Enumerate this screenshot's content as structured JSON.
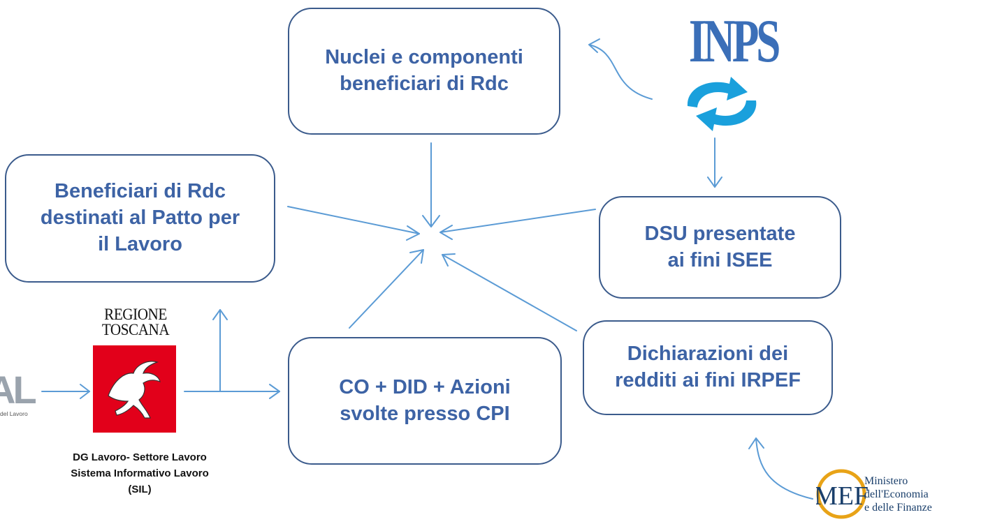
{
  "boxes": {
    "nuclei": "Nuclei e componenti\nbeneficiari di Rdc",
    "beneficiari": "Beneficiari di Rdc\ndestinati al Patto per\nil Lavoro",
    "dsu": "DSU presentate\nai fini ISEE",
    "dichiarazioni": "Dichiarazioni dei\nredditi ai fini IRPEF",
    "co": "CO + DID + Azioni\nsvolte presso CPI"
  },
  "logos": {
    "inps": "INPS",
    "regione_toscana": "REGIONE\nTOSCANA",
    "regione_caption": "DG Lavoro- Settore Lavoro\nSistema Informativo Lavoro\n(SIL)",
    "anpal_fragment": "AL",
    "anpal_tagline": "del Lavoro",
    "mef": "MEF",
    "mef_text": "Ministero\ndell'Economia\ne delle Finanze"
  },
  "colors": {
    "box_border": "#3b5b8c",
    "box_text": "#3d63a5",
    "arrow": "#5b9bd5",
    "inps_blue": "#3b6fb8",
    "inps_cyan": "#1aa0dc",
    "toscana_red": "#e2001a",
    "mef_gold": "#e8a317",
    "mef_blue": "#1a3f6b"
  }
}
